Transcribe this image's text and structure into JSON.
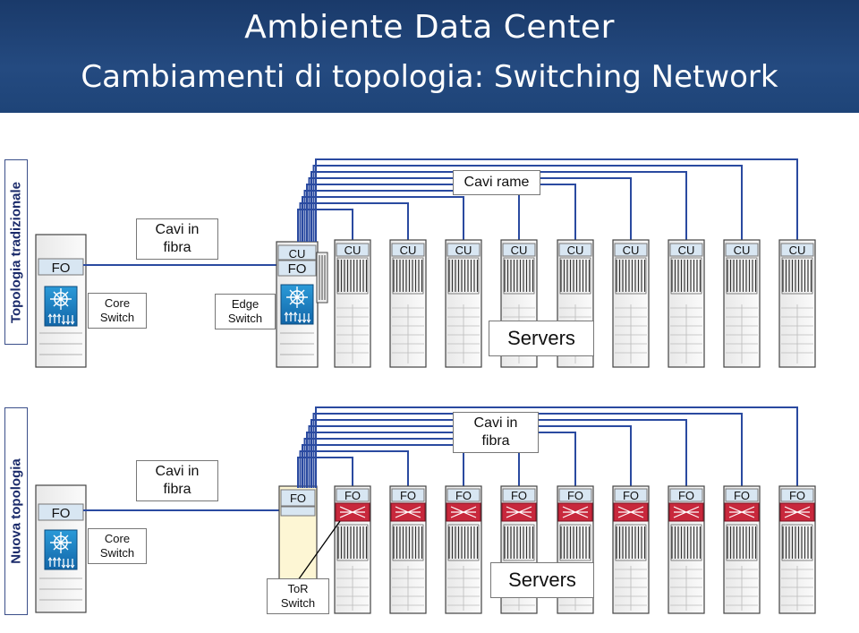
{
  "header": {
    "title": "Ambiente Data Center",
    "subtitle": "Cambiamenti di topologia: Switching Network"
  },
  "sections": {
    "top_label": "Topologia tradizionale",
    "bottom_label": "Nuova topologia"
  },
  "top": {
    "fo_label": "FO",
    "core_label": "Core\nSwitch",
    "core_line1": "Core",
    "core_line2": "Switch",
    "fiber_line1": "Cavi in",
    "fiber_line2": "fibra",
    "edge_line1": "Edge",
    "edge_line2": "Switch",
    "edge_cu": "CU",
    "edge_fo": "FO",
    "copper_label": "Cavi rame",
    "rack_label": "CU",
    "servers_label": "Servers"
  },
  "bottom": {
    "fo_label": "FO",
    "core_line1": "Core",
    "core_line2": "Switch",
    "fiber_line1": "Cavi in",
    "fiber_line2": "fibra",
    "tor_fo": "FO",
    "tor_line1": "ToR",
    "tor_line2": "Switch",
    "fiber2_line1": "Cavi in",
    "fiber2_line2": "fibra",
    "rack_label": "FO",
    "servers_label": "Servers"
  },
  "colors": {
    "header_bg": "#1e4478",
    "switch_blue": "#1a7fc0",
    "link_blue": "#2a4aa0",
    "fo_bar": "#d8e6f2",
    "tor_red": "#c8283c"
  }
}
